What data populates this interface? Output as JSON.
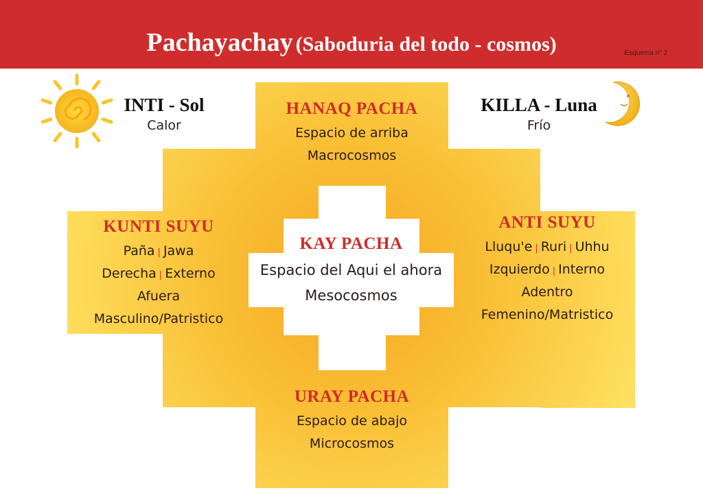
{
  "header": {
    "title": "Pachayachay",
    "subtitle": "(Saboduria del todo - cosmos)",
    "scheme": "Esquema n° 2"
  },
  "sun": {
    "title": "INTI - Sol",
    "subtitle": "Calor",
    "icon": "sun-icon"
  },
  "moon": {
    "title": "KILLA - Luna",
    "subtitle": "Frío",
    "icon": "moon-icon"
  },
  "top": {
    "title": "HANAQ PACHA",
    "lines": [
      "Espacio de arriba",
      "Macrocosmos"
    ]
  },
  "left": {
    "title": "KUNTI SUYU",
    "row1": [
      "Paña",
      "Jawa"
    ],
    "row2": [
      "Derecha",
      "Externo"
    ],
    "row3": "Afuera",
    "row4": "Masculino/Patristico"
  },
  "right": {
    "title": "ANTI SUYU",
    "row1": [
      "Lluqu'e",
      "Ruri",
      "Uhhu"
    ],
    "row2": [
      "Izquierdo",
      "Interno"
    ],
    "row3": "Adentro",
    "row4": "Femenino/Matristico"
  },
  "center": {
    "title": "KAY PACHA",
    "lines": [
      "Espacio del Aqui el ahora",
      "Mesocosmos"
    ]
  },
  "bottom": {
    "title": "URAY PACHA",
    "lines": [
      "Espacio de abajo",
      "Microcosmos"
    ]
  },
  "colors": {
    "header": "#cf2d2d",
    "accent_red": "#d02a2a",
    "cross_center": "#f5a623",
    "cross_edge": "#fedd5c"
  }
}
